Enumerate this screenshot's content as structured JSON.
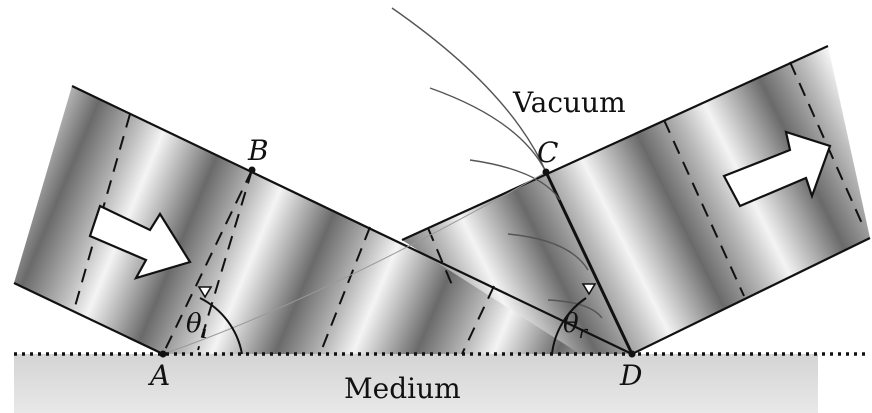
{
  "diagram": {
    "points": {
      "A": "A",
      "B": "B",
      "C": "C",
      "D": "D"
    },
    "regions": {
      "upper": "Vacuum",
      "lower": "Medium"
    },
    "angles": {
      "incident_symbol": "θ",
      "incident_subscript": "i",
      "reflected_symbol": "θ",
      "reflected_subscript": "r"
    },
    "icons": {
      "incident_direction": "right-arrow-icon",
      "reflected_direction": "right-arrow-icon",
      "angle_marker": "triangle-marker-icon"
    },
    "colors": {
      "beam_dark": "#5a5a5a",
      "beam_light": "#f2f2f2",
      "medium_fill": "#d9d9d9",
      "line": "#111111"
    }
  }
}
